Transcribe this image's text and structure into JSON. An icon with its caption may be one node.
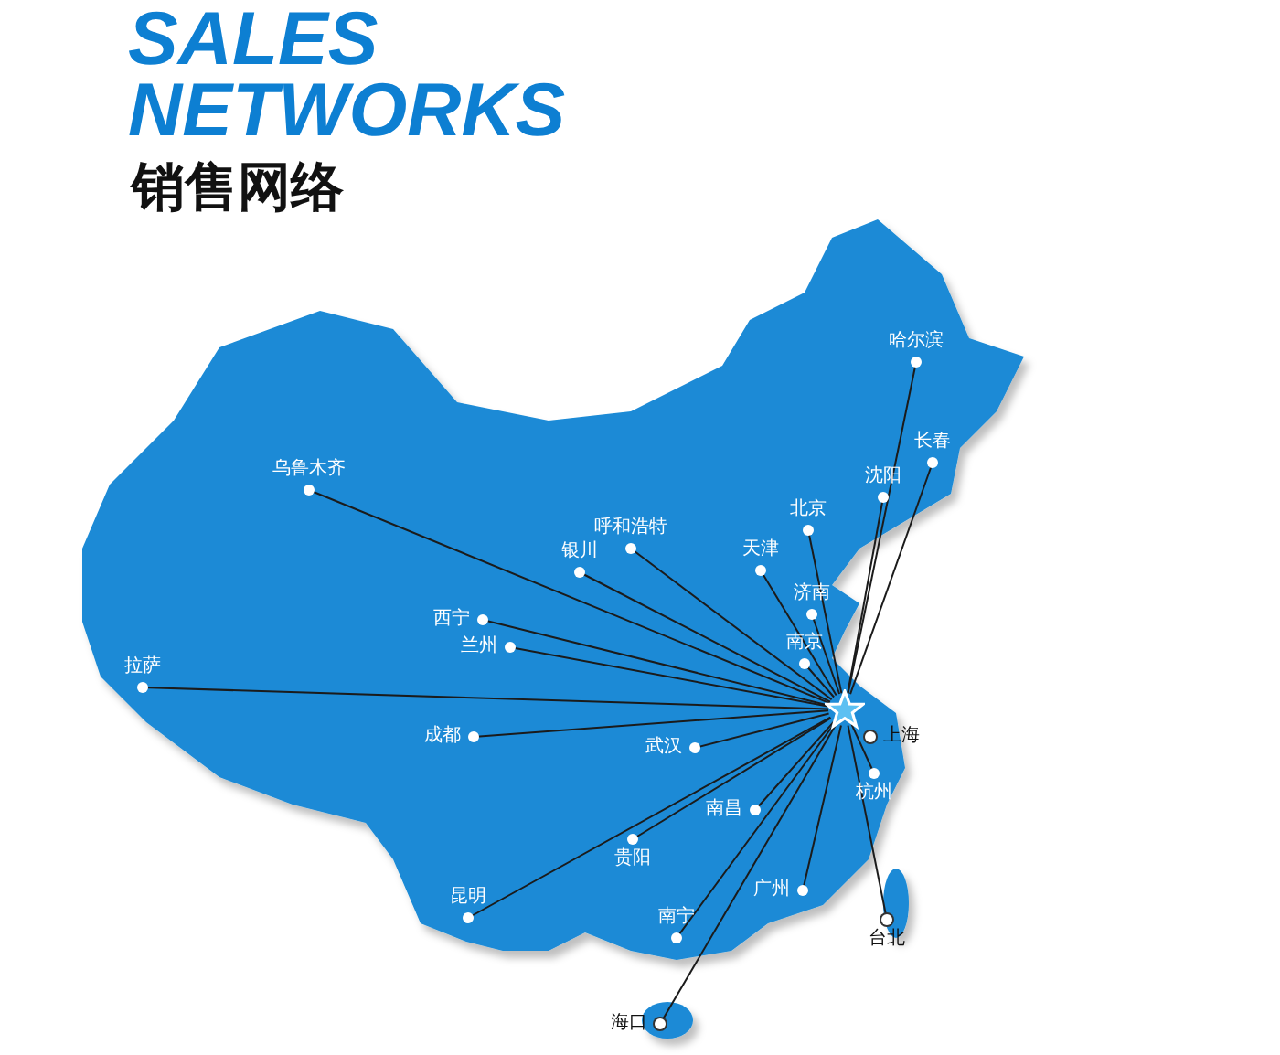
{
  "diagram": {
    "title": "SALES NETWORKS",
    "nodes": [
      {
        "text": [],
        "shape": "star"
      },
      {
        "text": [
          "乌鲁木齐"
        ]
      },
      {
        "text": [
          "呼和浩特"
        ]
      },
      {
        "text": [
          "银川"
        ]
      },
      {
        "text": [
          "西宁"
        ]
      },
      {
        "text": [
          "兰州"
        ]
      },
      {
        "text": [
          "拉萨"
        ]
      },
      {
        "text": [
          "成都"
        ]
      },
      {
        "text": [
          "武汉"
        ]
      },
      {
        "text": [
          "贵阳"
        ]
      },
      {
        "text": [
          "昆明"
        ]
      },
      {
        "text": [
          "南宁"
        ]
      },
      {
        "text": [
          "海口"
        ]
      },
      {
        "text": [
          "南昌"
        ]
      },
      {
        "text": [
          "广州"
        ]
      },
      {
        "text": [
          "台北"
        ]
      },
      {
        "text": [
          "杭州"
        ]
      },
      {
        "text": [
          "上海"
        ]
      },
      {
        "text": [
          "南京"
        ]
      },
      {
        "text": [
          "济南"
        ]
      },
      {
        "text": [
          "天津"
        ]
      },
      {
        "text": [
          "北京"
        ]
      },
      {
        "text": [
          "沈阳"
        ]
      },
      {
        "text": [
          "长春"
        ]
      },
      {
        "text": [
          "哈尔滨"
        ]
      }
    ],
    "edges": [
      {
        "from": 0,
        "to": 1,
        "arrow": "none"
      },
      {
        "from": 0,
        "to": 2,
        "arrow": "none"
      },
      {
        "from": 0,
        "to": 3,
        "arrow": "none"
      },
      {
        "from": 0,
        "to": 4,
        "arrow": "none"
      },
      {
        "from": 0,
        "to": 5,
        "arrow": "none"
      },
      {
        "from": 0,
        "to": 6,
        "arrow": "none"
      },
      {
        "from": 0,
        "to": 7,
        "arrow": "none"
      },
      {
        "from": 0,
        "to": 8,
        "arrow": "none"
      },
      {
        "from": 0,
        "to": 9,
        "arrow": "none"
      },
      {
        "from": 0,
        "to": 10,
        "arrow": "none"
      },
      {
        "from": 0,
        "to": 11,
        "arrow": "none"
      },
      {
        "from": 0,
        "to": 12,
        "arrow": "none"
      },
      {
        "from": 0,
        "to": 13,
        "arrow": "none"
      },
      {
        "from": 0,
        "to": 14,
        "arrow": "none"
      },
      {
        "from": 0,
        "to": 15,
        "arrow": "none"
      },
      {
        "from": 0,
        "to": 16,
        "arrow": "none"
      },
      {
        "from": 0,
        "to": 18,
        "arrow": "none"
      },
      {
        "from": 0,
        "to": 19,
        "arrow": "none"
      },
      {
        "from": 0,
        "to": 20,
        "arrow": "none"
      },
      {
        "from": 0,
        "to": 21,
        "arrow": "none"
      },
      {
        "from": 0,
        "to": 22,
        "arrow": "none"
      },
      {
        "from": 0,
        "to": 23,
        "arrow": "none"
      },
      {
        "from": 0,
        "to": 24,
        "arrow": "none"
      }
    ],
    "labels": [
      "销售网络"
    ]
  }
}
